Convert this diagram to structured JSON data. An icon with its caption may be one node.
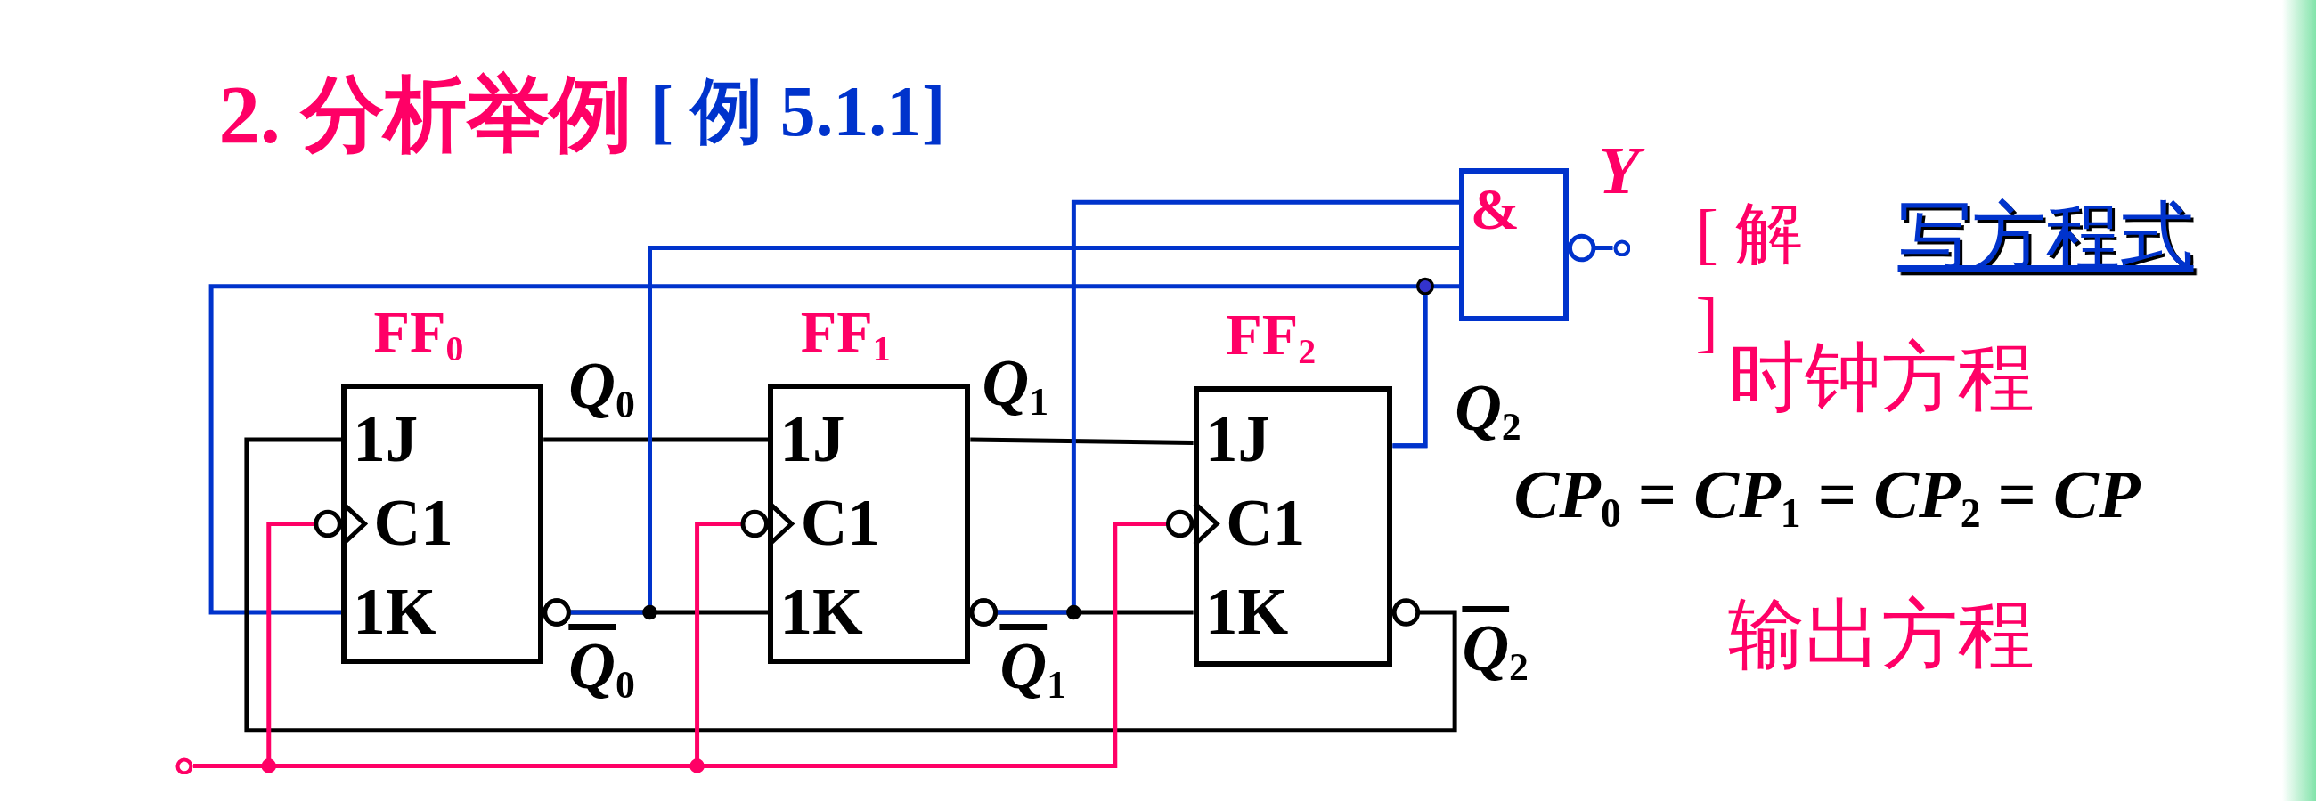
{
  "diagram": {
    "title": "2. 分析举例",
    "nodes": [
      {
        "text": [
          "FF$_{0}$",
          "1J",
          "C1",
          "1K"
        ]
      },
      {
        "text": [
          "FF$_{1}$",
          "1J",
          "C1",
          "1K"
        ]
      },
      {
        "text": [
          "FF$_{2}$",
          "1J",
          "C1",
          "1K"
        ]
      },
      {
        "text": [
          "&"
        ]
      },
      {
        "text": [],
        "shape": "circle",
        "beside": [
          "Y"
        ]
      },
      {
        "text": [],
        "shape": "circle"
      }
    ],
    "edges": [
      {
        "from": 0,
        "to": 1,
        "arrow": "none"
      },
      {
        "from": 0,
        "to": 1,
        "arrow": "other"
      },
      {
        "from": 0,
        "to": 3,
        "arrow": "other",
        "color": "#0033cc"
      },
      {
        "from": 1,
        "to": 2,
        "arrow": "none"
      },
      {
        "from": 1,
        "to": 2,
        "arrow": "other"
      },
      {
        "from": 1,
        "to": 3,
        "arrow": "other",
        "color": "#0033cc"
      },
      {
        "from": 2,
        "to": 3,
        "arrow": "none",
        "color": "#0033cc"
      },
      {
        "from": 2,
        "to": 0,
        "arrow": "none",
        "color": "#0033cc"
      },
      {
        "from": 2,
        "to": 0,
        "arrow": "other"
      },
      {
        "from": 5,
        "to": 0,
        "arrow": "to",
        "color": "#ff0066"
      },
      {
        "from": 5,
        "to": 1,
        "arrow": "to",
        "color": "#ff0066"
      },
      {
        "from": 5,
        "to": 2,
        "arrow": "to",
        "color": "#ff0066"
      },
      {
        "from": 3,
        "to": 4,
        "arrow": "other",
        "color": "#0033cc"
      }
    ],
    "labels": [
      "[ 例  5.1.1]",
      "*Q*$_{0}$",
      "*Q*$_{1}$",
      "*Q*$_{2}$",
      "*Q*$_{0}$",
      "*Q*$_{1}$",
      "*Q*$_{2}$",
      "[ 解",
      "写方程式",
      "]",
      "时钟方程",
      "*CP*$_{0}$ = *CP*$_{1}$ = *CP*$_{2}$ = *CP*",
      "输出方程"
    ]
  }
}
